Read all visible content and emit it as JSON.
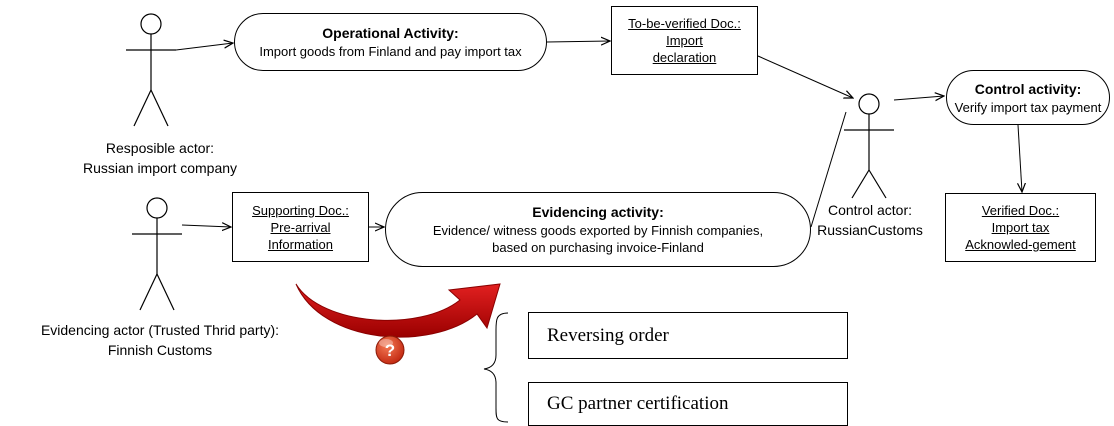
{
  "actors": {
    "import_company": {
      "role": "Resposible actor:",
      "name": "Russian import company"
    },
    "finnish_customs": {
      "role": "Evidencing actor (Trusted Thrid party):",
      "name": "Finnish Customs"
    },
    "russian_customs": {
      "role": "Control actor:",
      "name": "RussianCustoms"
    }
  },
  "activities": {
    "operational": {
      "title": "Operational Activity:",
      "text": "Import goods from Finland and pay import tax"
    },
    "evidencing": {
      "title": "Evidencing activity:",
      "line1": "Evidence/ witness goods exported by Finnish companies,",
      "line2": "based on purchasing invoice-Finland"
    },
    "control": {
      "title": "Control activity:",
      "text": "Verify import tax payment"
    }
  },
  "documents": {
    "to_be_verified": {
      "line1": "To-be-verified Doc.:",
      "line2": "Import",
      "line3": "declaration"
    },
    "supporting": {
      "line1": "Supporting Doc.:",
      "line2": "Pre-arrival",
      "line3": "Information"
    },
    "verified": {
      "line1": "Verified Doc.:",
      "line2": "Import tax",
      "line3": "Acknowled-gement"
    }
  },
  "options": {
    "reversing_order": "Reversing order",
    "gc_certification": "GC partner certification"
  },
  "question_icon": "question-mark-icon",
  "colors": {
    "arrow_red": "#cc0000",
    "question_red": "#d9341c"
  }
}
